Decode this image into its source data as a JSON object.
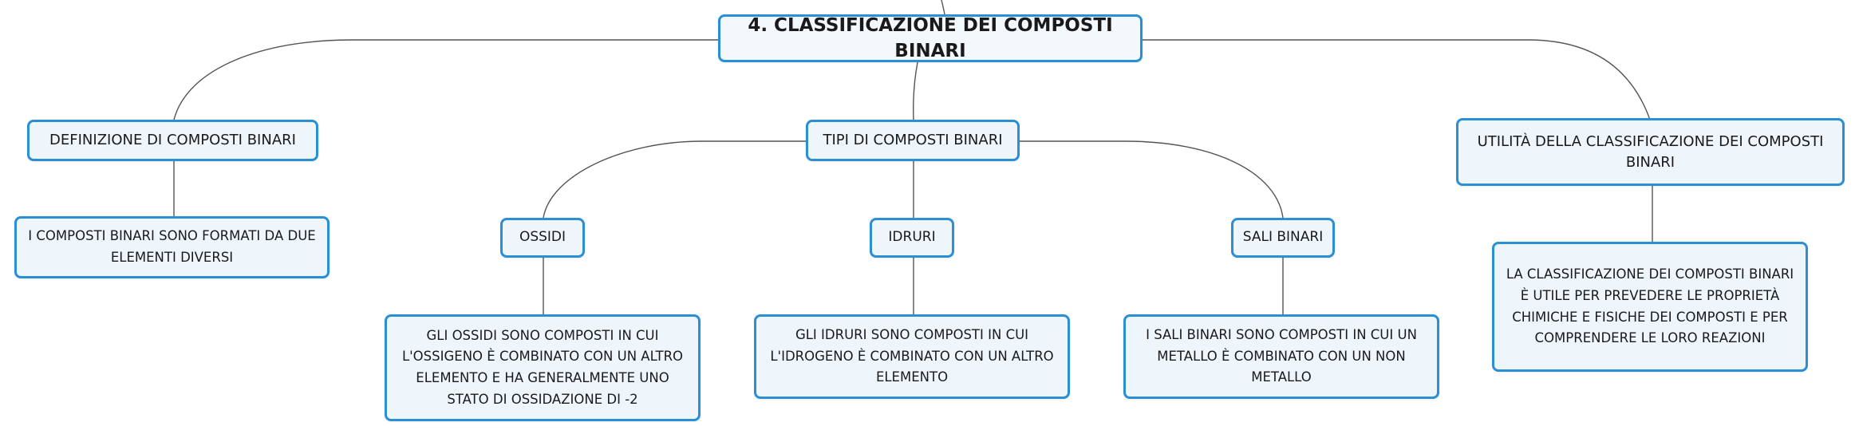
{
  "colors": {
    "node_border": "#2b8fd6",
    "node_fill": "#eef6fc",
    "connector": "#555555"
  },
  "map": {
    "root": "4. CLASSIFICAZIONE DEI COMPOSTI BINARI",
    "definition": {
      "title": "DEFINIZIONE DI COMPOSTI BINARI",
      "text": "I COMPOSTI BINARI SONO FORMATI DA DUE ELEMENTI DIVERSI"
    },
    "types": {
      "title": "TIPI DI COMPOSTI BINARI",
      "oxides": {
        "title": "OSSIDI",
        "text": "GLI OSSIDI SONO COMPOSTI IN CUI L'OSSIGENO È COMBINATO CON UN ALTRO ELEMENTO E HA GENERALMENTE UNO STATO DI OSSIDAZIONE DI -2"
      },
      "hydrides": {
        "title": "IDRURI",
        "text": "GLI IDRURI SONO COMPOSTI IN CUI L'IDROGENO È COMBINATO CON UN ALTRO ELEMENTO"
      },
      "salts": {
        "title": "SALI BINARI",
        "text": "I SALI BINARI SONO COMPOSTI IN CUI UN METALLO È COMBINATO CON UN NON METALLO"
      }
    },
    "utility": {
      "title": "UTILITÀ DELLA CLASSIFICAZIONE DEI COMPOSTI BINARI",
      "text": "LA CLASSIFICAZIONE DEI COMPOSTI BINARI È UTILE PER PREVEDERE LE PROPRIETÀ CHIMICHE E FISICHE DEI COMPOSTI E PER COMPRENDERE LE LORO REAZIONI"
    }
  }
}
